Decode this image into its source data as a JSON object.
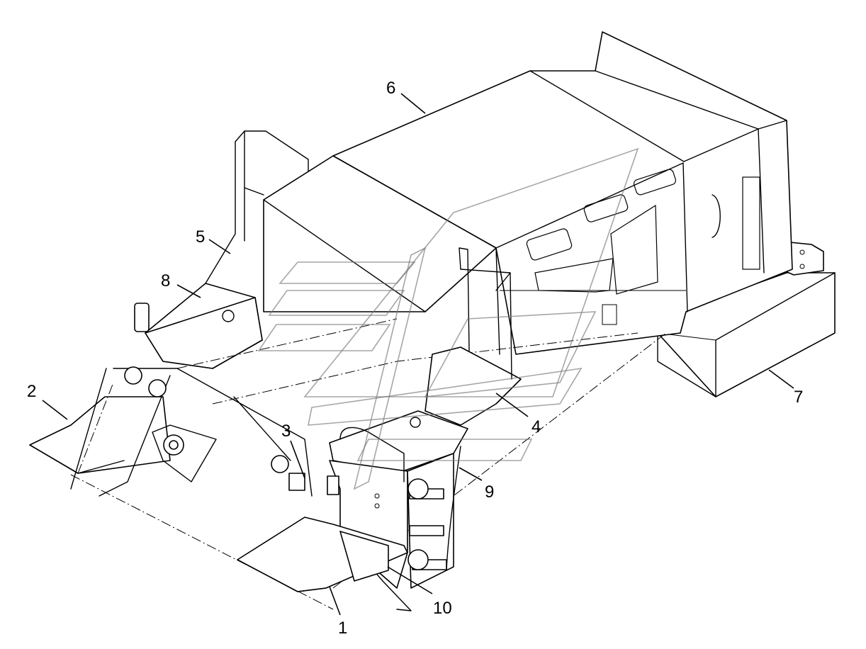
{
  "diagram": {
    "callouts": [
      {
        "id": "1",
        "text": "1"
      },
      {
        "id": "2",
        "text": "2"
      },
      {
        "id": "3",
        "text": "3"
      },
      {
        "id": "4",
        "text": "4"
      },
      {
        "id": "5",
        "text": "5"
      },
      {
        "id": "6",
        "text": "6"
      },
      {
        "id": "7",
        "text": "7"
      },
      {
        "id": "8",
        "text": "8"
      },
      {
        "id": "9",
        "text": "9"
      },
      {
        "id": "10",
        "text": "10"
      }
    ],
    "colors": {
      "line": "#000000",
      "background": "#ffffff",
      "watermark": "#777777"
    }
  }
}
